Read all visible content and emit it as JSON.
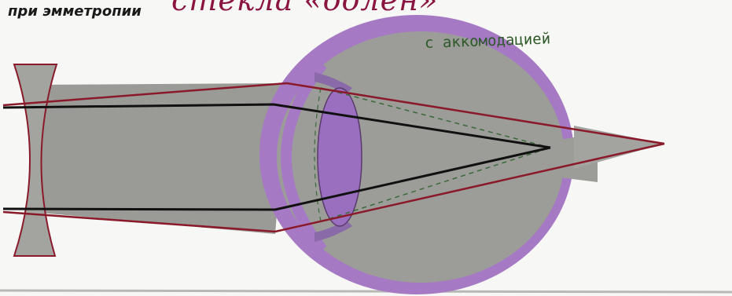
{
  "headline": "стёкла «оолен»",
  "condition_label": "при эмметропии",
  "accommodation_label": "с аккомодацией",
  "colors": {
    "background": "#ffffff",
    "beam_fill": "#9a9a96",
    "eye_body": "#9c9c98",
    "sclera": "#a679c4",
    "crystalline_lens": "#9a6fc0",
    "lens_glass": "#a3a39f",
    "outline": "#4a3a4a",
    "ray_red": "#8a1a2a",
    "ray_black": "#111111",
    "ray_dashed": "#3a6a3a"
  },
  "icons": [
    "concave-lens-icon",
    "eye-cross-section-icon"
  ]
}
